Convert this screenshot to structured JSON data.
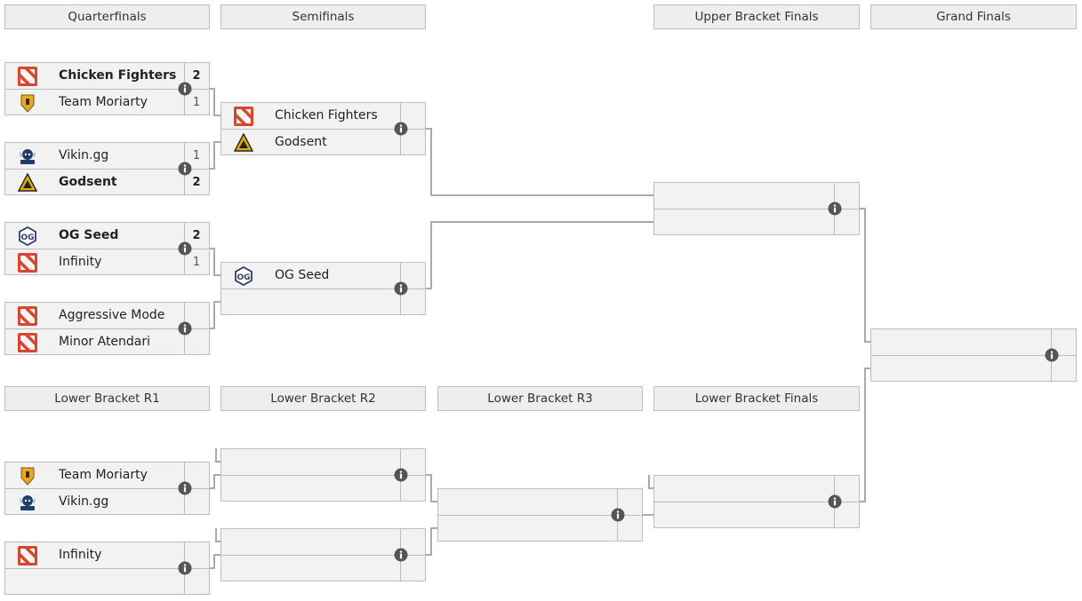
{
  "colors": {
    "line": "#aaaaaa",
    "border": "#bdbdbd",
    "header_bg": "#eeeeee",
    "match_bg": "#f2f2f2",
    "dota_red": "#d9462f",
    "og_navy": "#2a3c6b",
    "godsent_gold": "#e0b000",
    "moriarty_gold": "#e8a820",
    "vikin_navy": "#1f3d6a"
  },
  "headers": {
    "quarterfinals": "Quarterfinals",
    "semifinals": "Semifinals",
    "upper_finals": "Upper Bracket Finals",
    "grand_finals": "Grand Finals",
    "lb_r1": "Lower Bracket R1",
    "lb_r2": "Lower Bracket R2",
    "lb_r3": "Lower Bracket R3",
    "lb_finals": "Lower Bracket Finals"
  },
  "matches": {
    "qf1": {
      "t1": {
        "name": "Chicken Fighters",
        "score": "2",
        "logo": "dota-logo-icon",
        "win": true
      },
      "t2": {
        "name": "Team Moriarty",
        "score": "1",
        "logo": "moriarty-logo-icon",
        "win": false
      }
    },
    "qf2": {
      "t1": {
        "name": "Vikin.gg",
        "score": "1",
        "logo": "vikin-logo-icon",
        "win": false
      },
      "t2": {
        "name": "Godsent",
        "score": "2",
        "logo": "godsent-logo-icon",
        "win": true
      }
    },
    "qf3": {
      "t1": {
        "name": "OG Seed",
        "score": "2",
        "logo": "og-logo-icon",
        "win": true
      },
      "t2": {
        "name": "Infinity",
        "score": "1",
        "logo": "dota-logo-icon",
        "win": false
      }
    },
    "qf4": {
      "t1": {
        "name": "Aggressive Mode",
        "score": "",
        "logo": "dota-logo-icon",
        "win": false
      },
      "t2": {
        "name": "Minor Atendari",
        "score": "",
        "logo": "dota-logo-icon",
        "win": false
      }
    },
    "sf1": {
      "t1": {
        "name": "Chicken Fighters",
        "score": "",
        "logo": "dota-logo-icon",
        "win": false
      },
      "t2": {
        "name": "Godsent",
        "score": "",
        "logo": "godsent-logo-icon",
        "win": false
      }
    },
    "sf2": {
      "t1": {
        "name": "OG Seed",
        "score": "",
        "logo": "og-logo-icon",
        "win": false
      },
      "t2": {
        "name": "",
        "score": "",
        "logo": "",
        "win": false
      }
    },
    "ubf": {
      "t1": {
        "name": "",
        "score": "",
        "logo": "",
        "win": false
      },
      "t2": {
        "name": "",
        "score": "",
        "logo": "",
        "win": false
      }
    },
    "gf": {
      "t1": {
        "name": "",
        "score": "",
        "logo": "",
        "win": false
      },
      "t2": {
        "name": "",
        "score": "",
        "logo": "",
        "win": false
      }
    },
    "lb1a": {
      "t1": {
        "name": "Team Moriarty",
        "score": "",
        "logo": "moriarty-logo-icon",
        "win": false
      },
      "t2": {
        "name": "Vikin.gg",
        "score": "",
        "logo": "vikin-logo-icon",
        "win": false
      }
    },
    "lb1b": {
      "t1": {
        "name": "Infinity",
        "score": "",
        "logo": "dota-logo-icon",
        "win": false
      },
      "t2": {
        "name": "",
        "score": "",
        "logo": "",
        "win": false
      }
    },
    "lb2a": {
      "t1": {
        "name": "",
        "score": "",
        "logo": "",
        "win": false
      },
      "t2": {
        "name": "",
        "score": "",
        "logo": "",
        "win": false
      }
    },
    "lb2b": {
      "t1": {
        "name": "",
        "score": "",
        "logo": "",
        "win": false
      },
      "t2": {
        "name": "",
        "score": "",
        "logo": "",
        "win": false
      }
    },
    "lb3": {
      "t1": {
        "name": "",
        "score": "",
        "logo": "",
        "win": false
      },
      "t2": {
        "name": "",
        "score": "",
        "logo": "",
        "win": false
      }
    },
    "lbf": {
      "t1": {
        "name": "",
        "score": "",
        "logo": "",
        "win": false
      },
      "t2": {
        "name": "",
        "score": "",
        "logo": "",
        "win": false
      }
    }
  }
}
